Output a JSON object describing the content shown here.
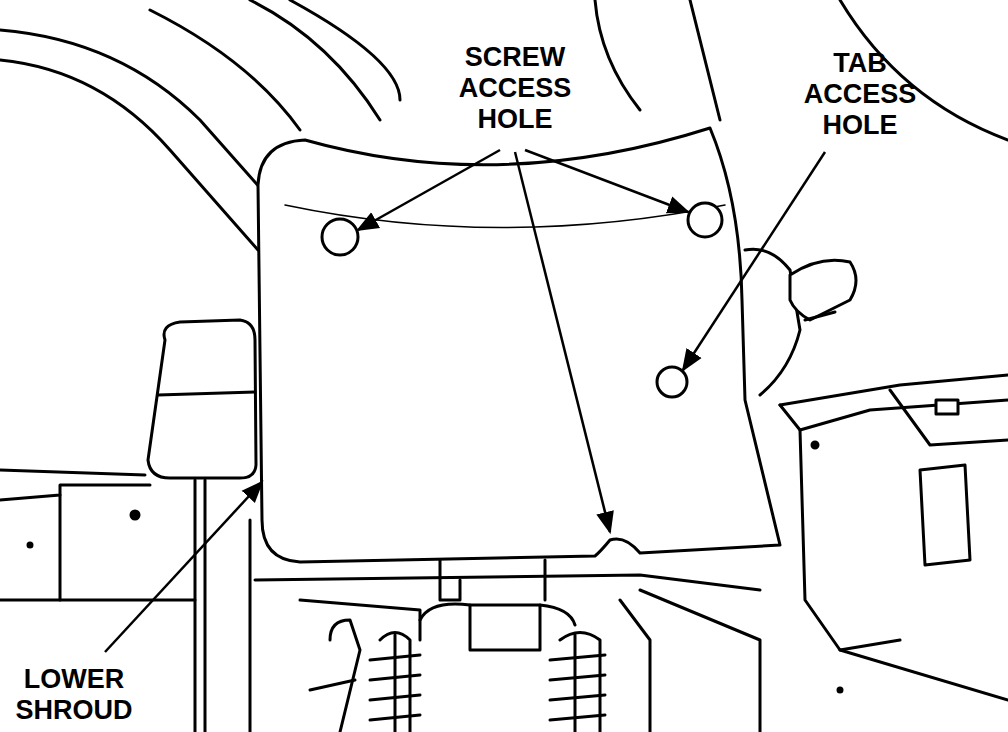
{
  "diagram": {
    "labels": [
      "SCREW ACCESS HOLE",
      "TAB ACCESS HOLE",
      "LOWER SHROUD"
    ]
  }
}
